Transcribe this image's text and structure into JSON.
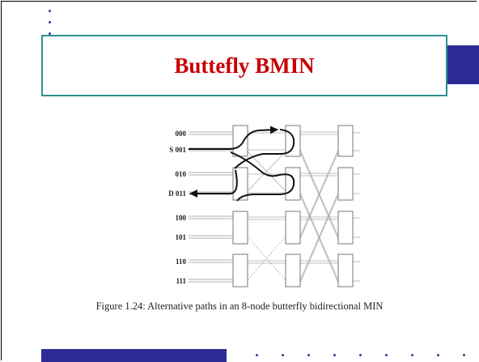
{
  "slide": {
    "title": "Buttefly BMIN",
    "caption": "Figure 1.24: Alternative paths in an 8-node butterfly bidirectional MIN"
  },
  "figure": {
    "node_labels": [
      "000",
      "S 001",
      "010",
      "D 011",
      "100",
      "101",
      "110",
      "111"
    ]
  },
  "colors": {
    "title_text": "#c80000",
    "title_border": "#2f8f8f",
    "accent": "#2b2b96"
  }
}
